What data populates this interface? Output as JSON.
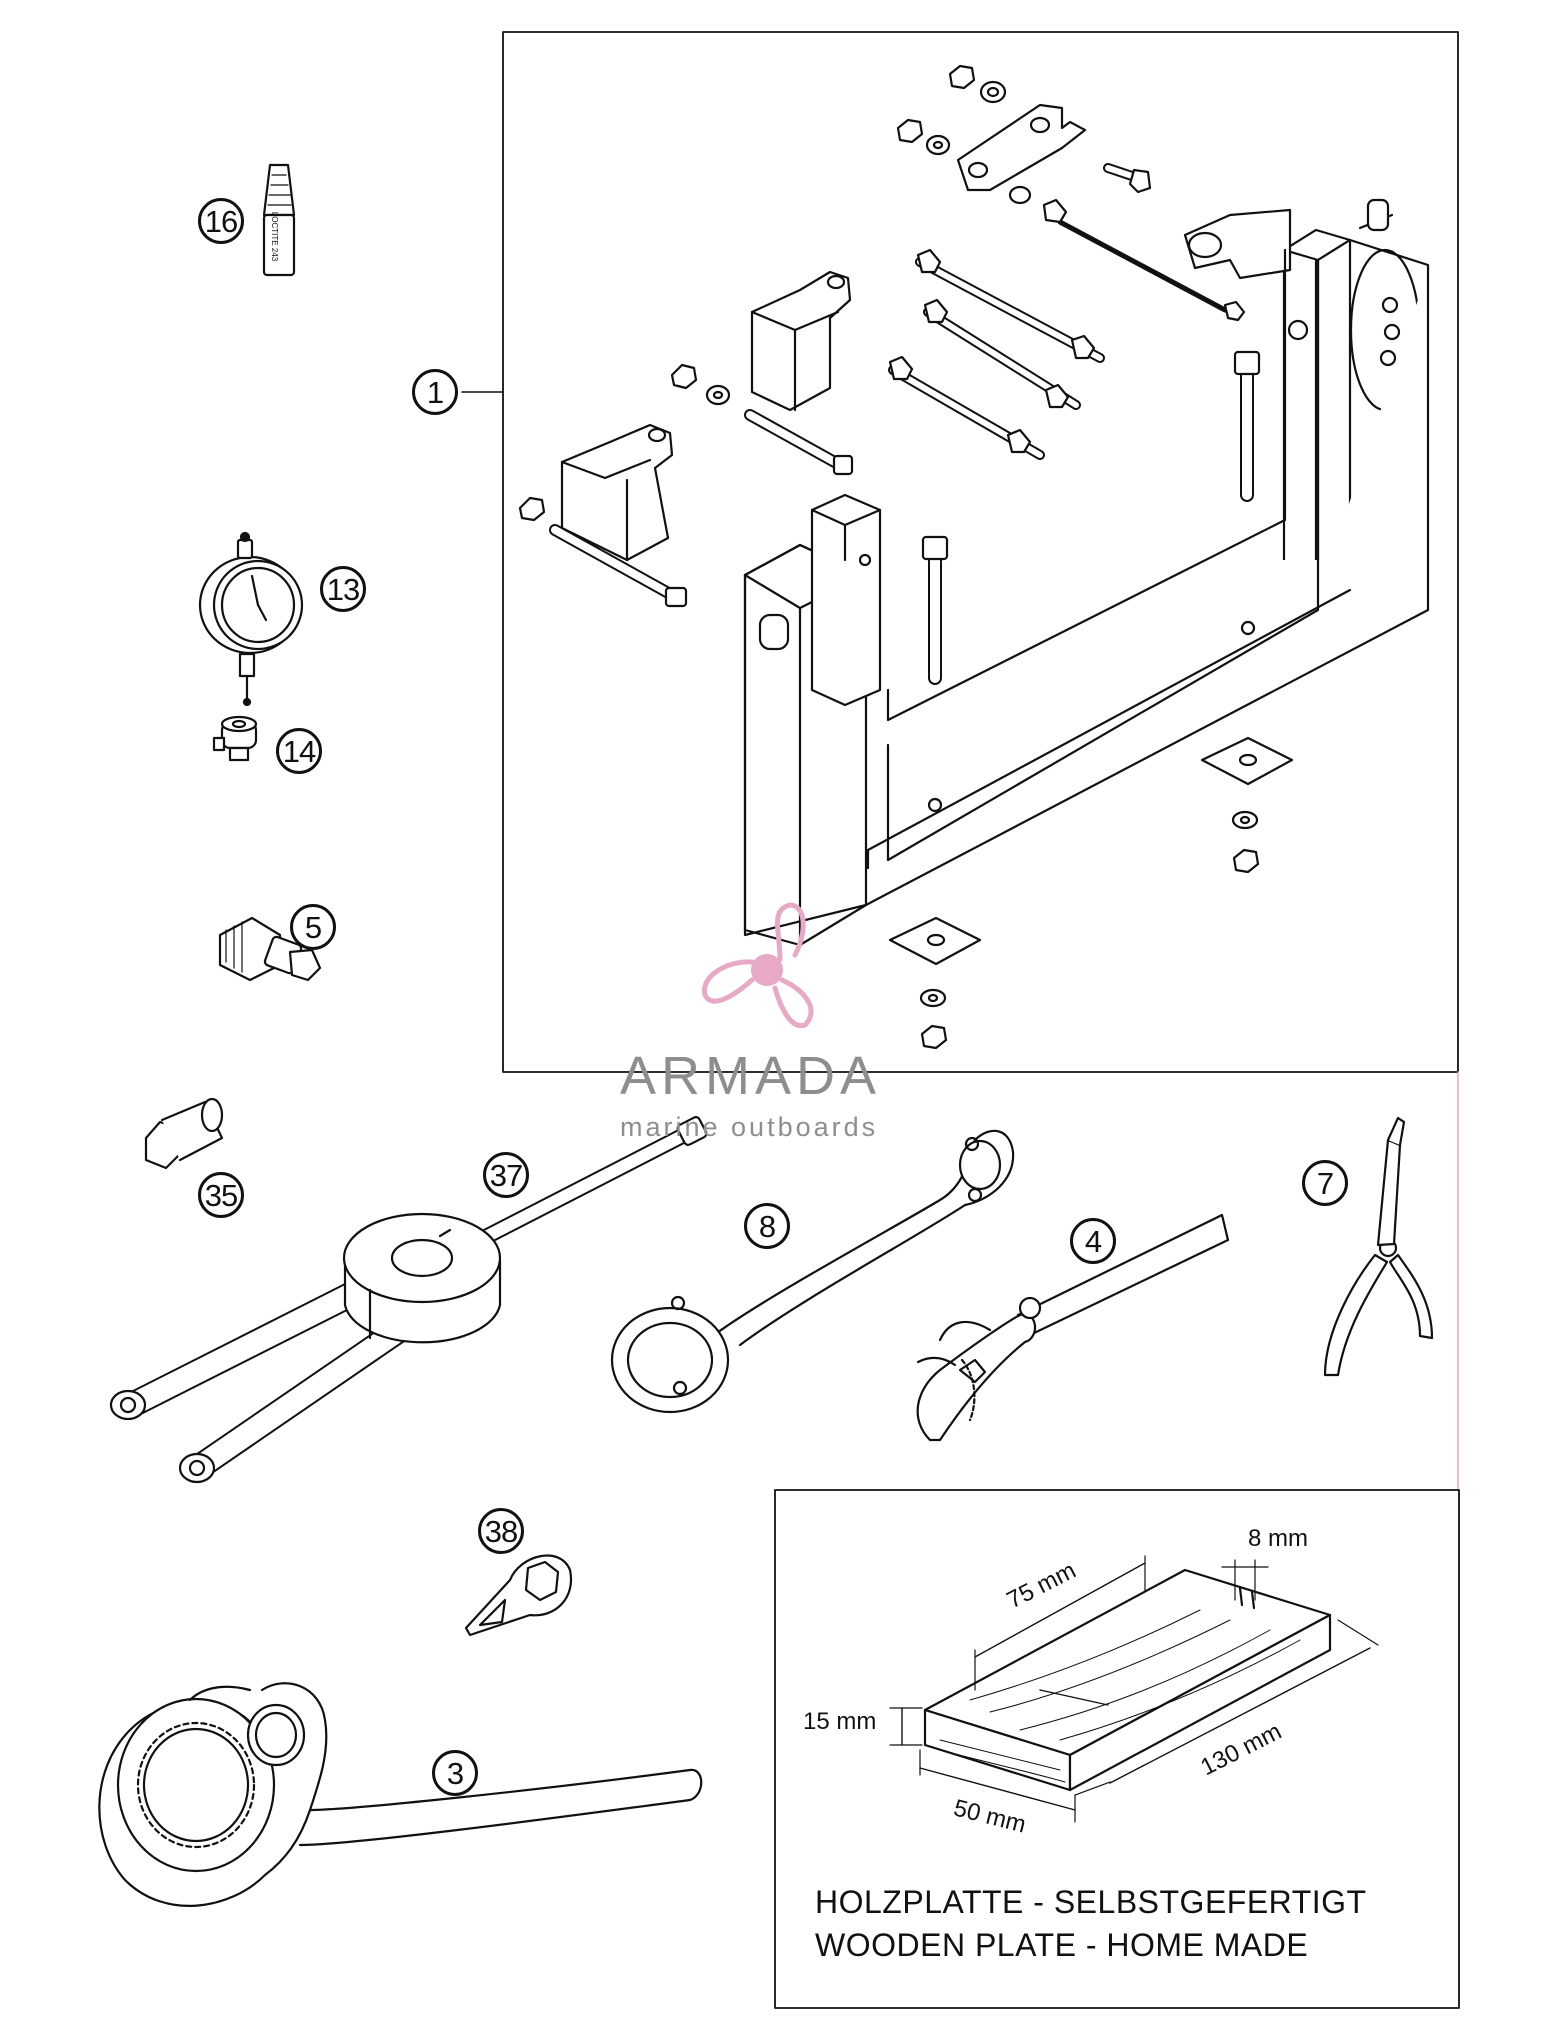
{
  "callouts": [
    {
      "id": "16",
      "label": "16"
    },
    {
      "id": "1",
      "label": "1"
    },
    {
      "id": "13",
      "label": "13"
    },
    {
      "id": "14",
      "label": "14"
    },
    {
      "id": "5",
      "label": "5"
    },
    {
      "id": "35",
      "label": "35"
    },
    {
      "id": "37",
      "label": "37"
    },
    {
      "id": "8",
      "label": "8"
    },
    {
      "id": "4",
      "label": "4"
    },
    {
      "id": "7",
      "label": "7"
    },
    {
      "id": "38",
      "label": "38"
    },
    {
      "id": "3",
      "label": "3"
    }
  ],
  "loctite_text": "LOCTITE 243",
  "watermark": {
    "brand": "ARMADA",
    "tagline": "marine outboards",
    "logo_color": "#e7a9c6",
    "text_color": "#8e8e8e"
  },
  "wooden_plate": {
    "dims": {
      "width_top": "75 mm",
      "groove": "8 mm",
      "thickness": "15 mm",
      "length": "130 mm",
      "width": "50 mm"
    },
    "caption_de": "HOLZPLATTE - SELBSTGEFERTIGT",
    "caption_en": "WOODEN PLATE - HOME MADE"
  },
  "colors": {
    "line": "#111111",
    "background": "#ffffff"
  }
}
